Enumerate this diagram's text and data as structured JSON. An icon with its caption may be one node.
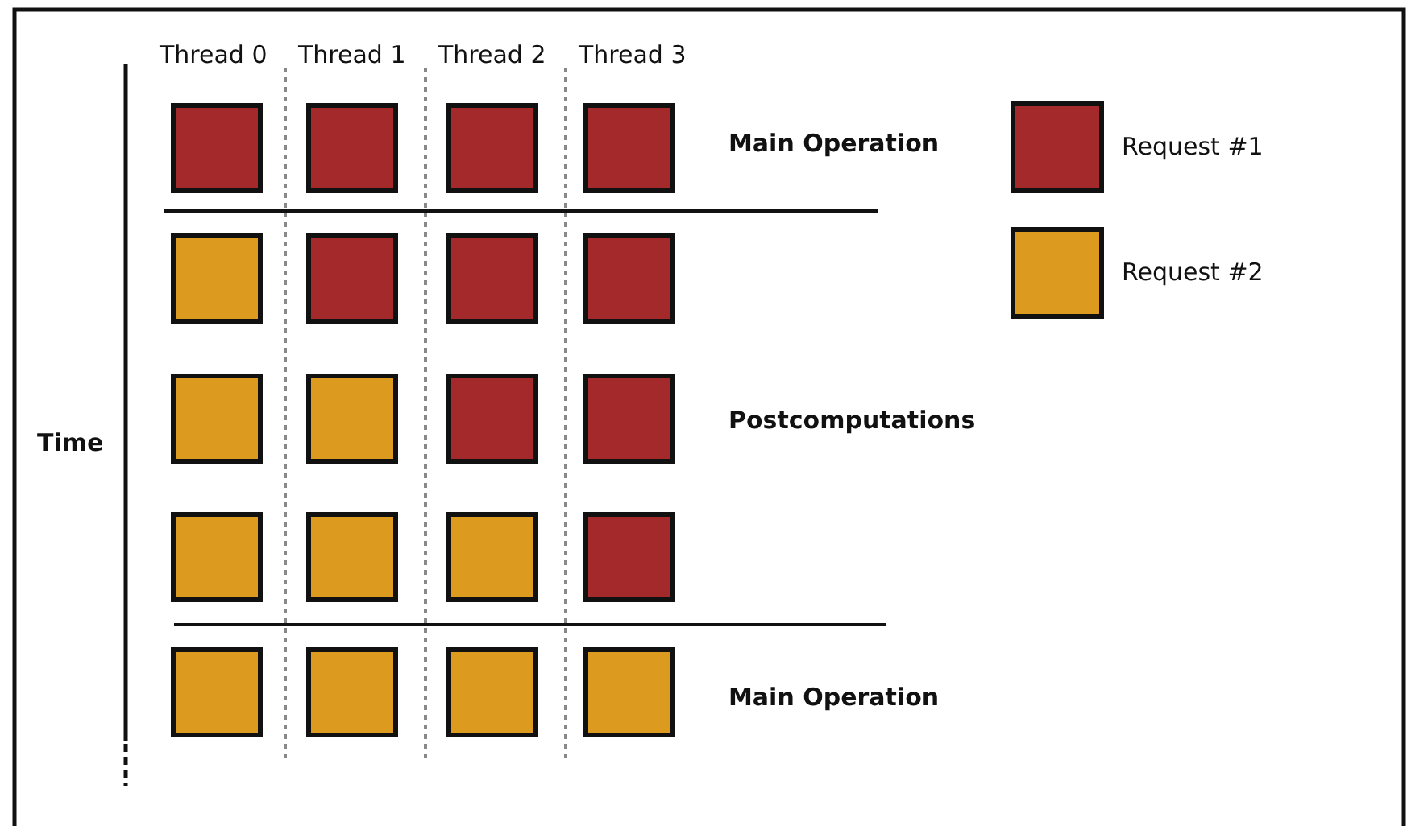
{
  "diagram": {
    "labels": [
      "Thread 0",
      "Thread 1",
      "Thread 2",
      "Thread 3",
      "Main Operation",
      "Time",
      "Postcomputations",
      "Main Operation"
    ],
    "legend": [
      {
        "text": "Request #1",
        "color": "#a3292a"
      },
      {
        "text": "Request #2",
        "color": "#dc9a1f"
      }
    ]
  }
}
